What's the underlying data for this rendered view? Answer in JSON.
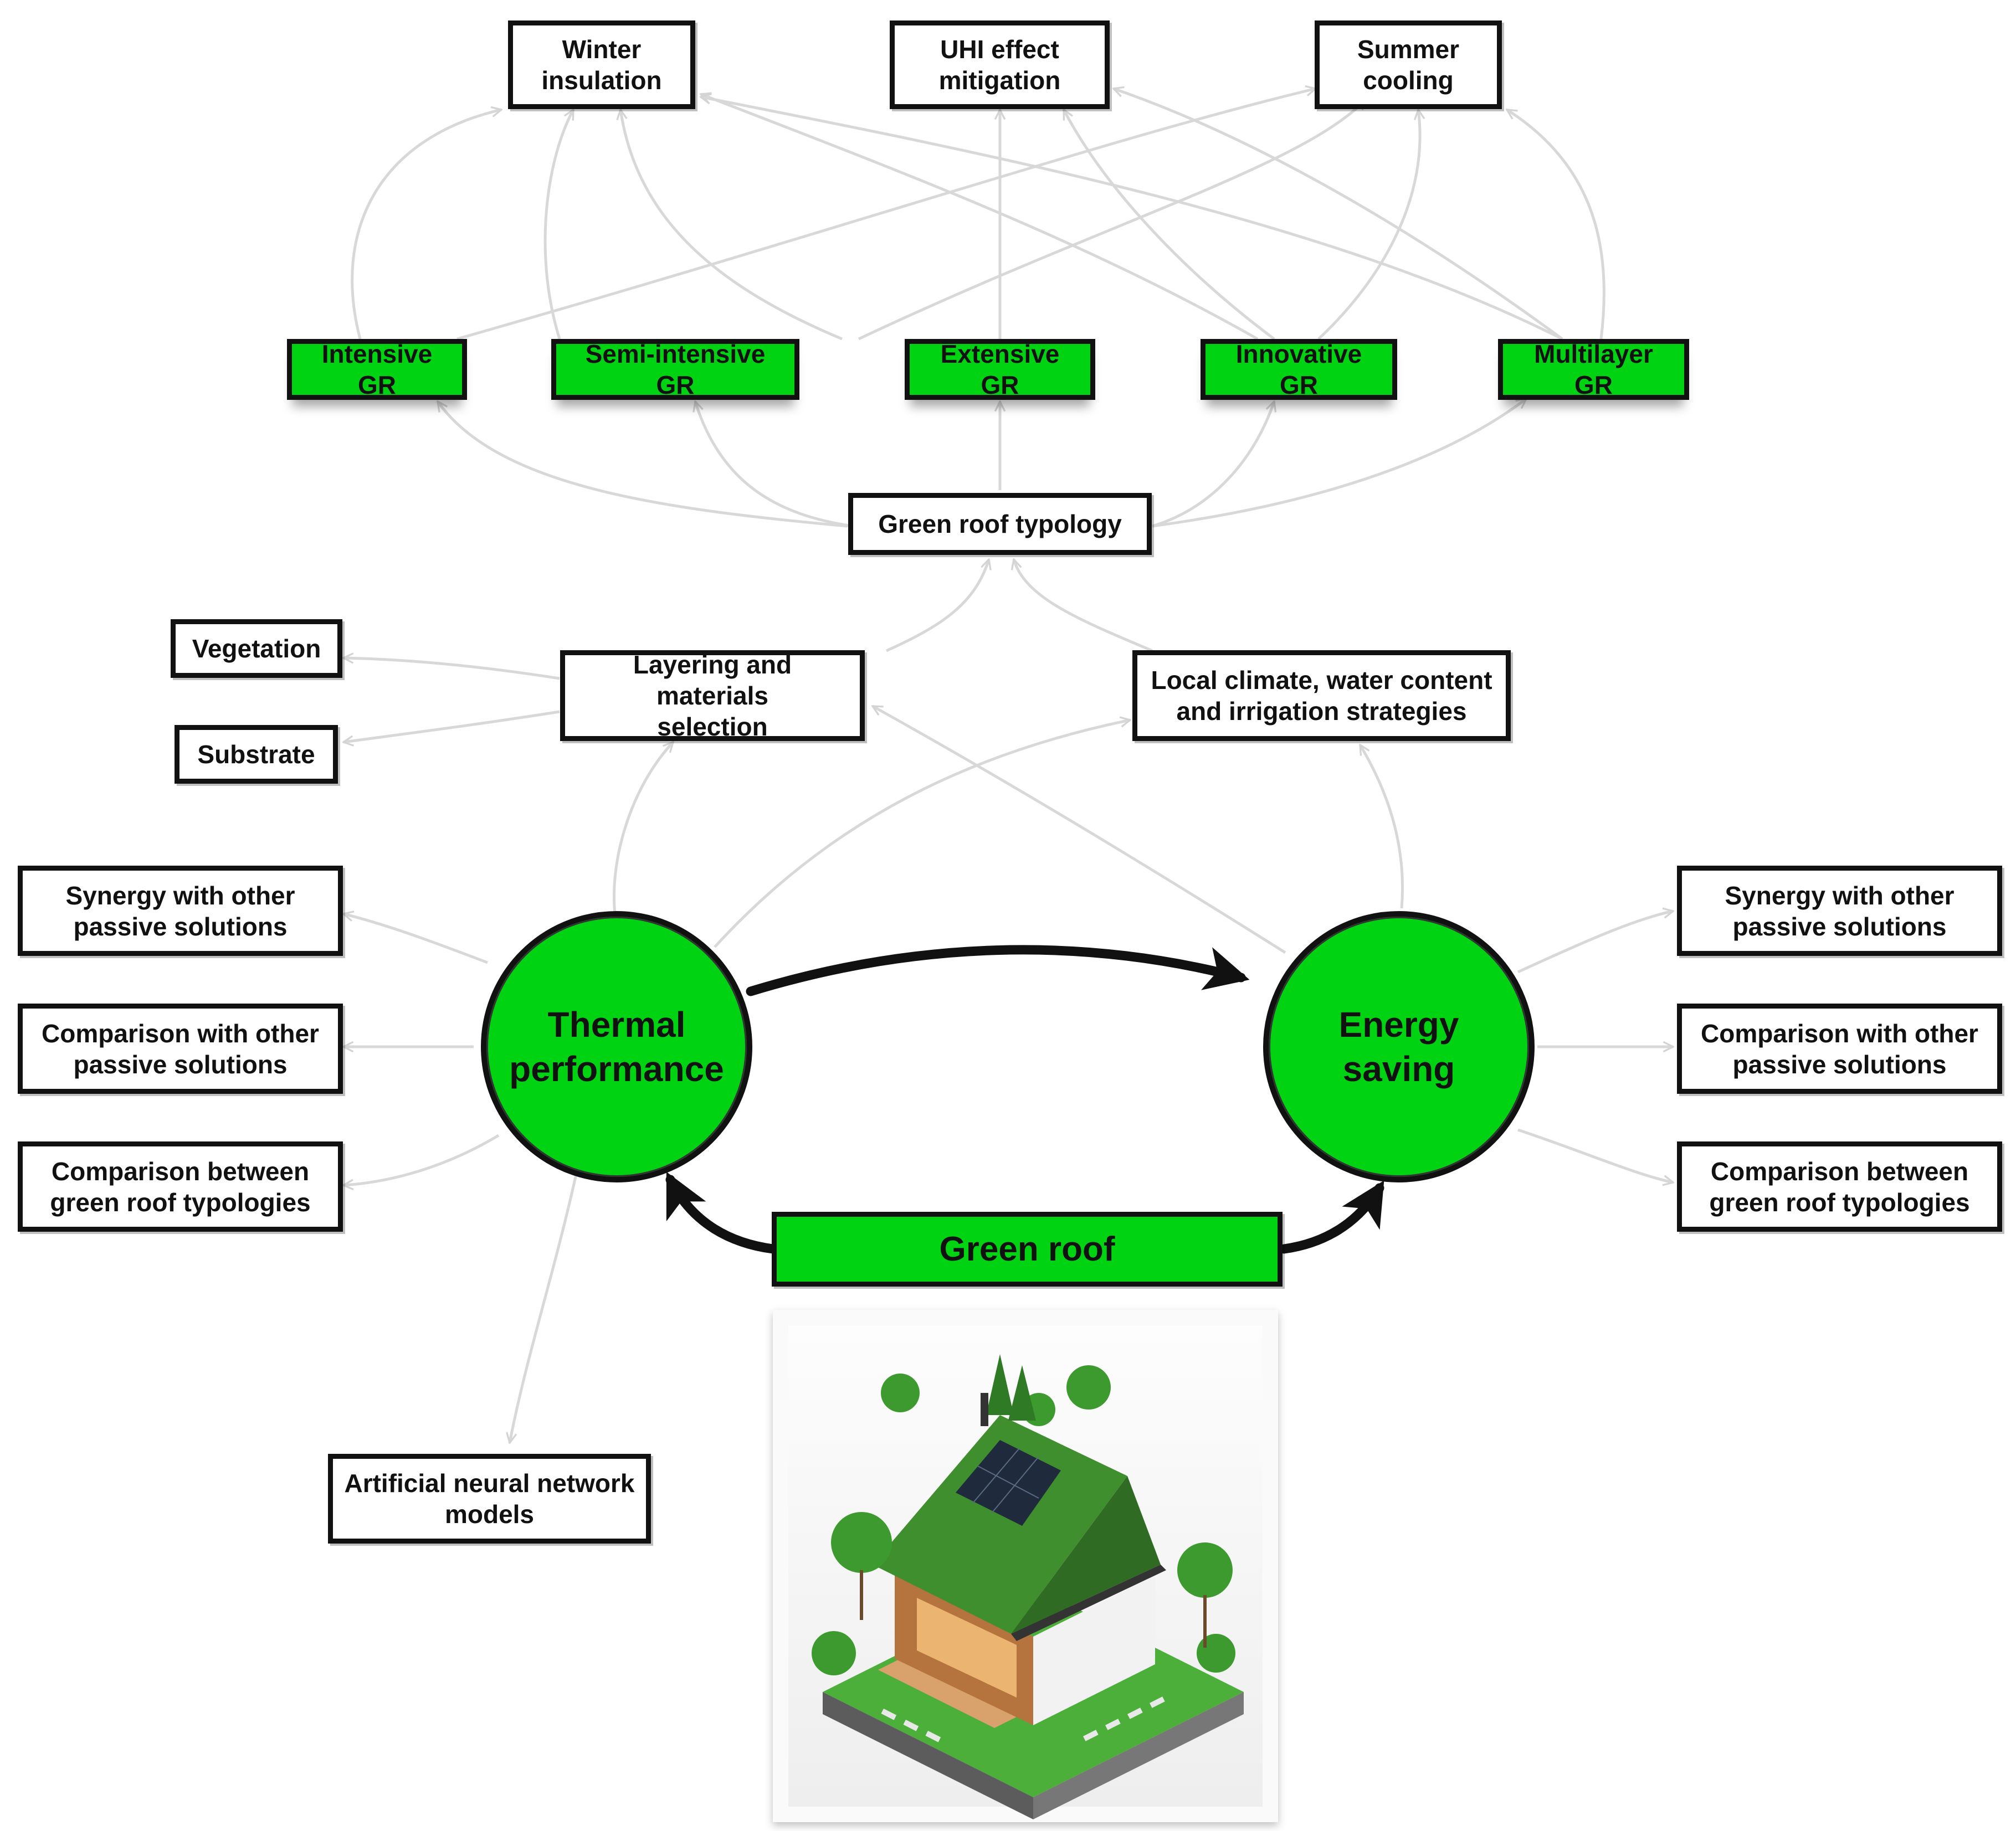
{
  "colors": {
    "accent_green": "#00d311",
    "outline": "#111111",
    "connector_gray": "#d6d6d6"
  },
  "effects": {
    "winter": "Winter\ninsulation",
    "uhi": "UHI effect\nmitigation",
    "summer": "Summer\ncooling"
  },
  "typologies": {
    "intensive": "Intensive GR",
    "semi_intensive": "Semi-intensive GR",
    "extensive": "Extensive GR",
    "innovative": "Innovative GR",
    "multilayer": "Multilayer GR"
  },
  "typology_hub": "Green roof typology",
  "layering": "Layering and materials\nselection",
  "local_climate": "Local climate, water content\nand irrigation strategies",
  "vegetation": "Vegetation",
  "substrate": "Substrate",
  "left_topics": {
    "synergy": "Synergy with other\npassive solutions",
    "comparison_passive": "Comparison with other\npassive solutions",
    "comparison_typologies": "Comparison between\ngreen roof typologies"
  },
  "right_topics": {
    "synergy": "Synergy with other\npassive solutions",
    "comparison_passive": "Comparison with other\npassive solutions",
    "comparison_typologies": "Comparison between\ngreen roof typologies"
  },
  "thermal": "Thermal\nperformance",
  "energy": "Energy\nsaving",
  "green_roof": "Green roof",
  "ann": "Artificial neural network\nmodels",
  "illustration": "house-with-green-roof-image"
}
